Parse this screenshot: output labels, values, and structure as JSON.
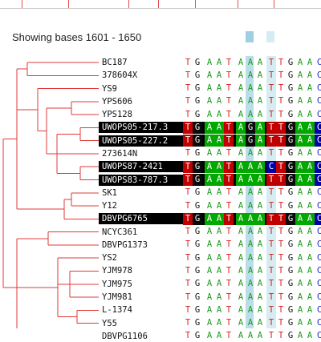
{
  "header": {
    "title": "Showing bases 1601 - 1650"
  },
  "colors": {
    "tree": "#e03838",
    "highlight": "#000000",
    "column_highlight": "#b9dde9",
    "legend_dark": "#9fd0e2",
    "legend_light": "#d6ecf3",
    "bases": {
      "T": {
        "fg": "#d81f1f",
        "bg": "#c00000",
        "hlfg": "#ffffff"
      },
      "G": {
        "fg": "#111111",
        "bg": "#0a0a0a",
        "hlfg": "#ffffff"
      },
      "A": {
        "fg": "#1c9a1c",
        "bg": "#00a800",
        "hlfg": "#ffffff"
      },
      "C": {
        "fg": "#2929c8",
        "bg": "#0000a8",
        "hlfg": "#ffffff"
      }
    }
  },
  "strains": [
    {
      "name": "BC187",
      "seq": "TGAATAAATTGAAC",
      "highlight": false
    },
    {
      "name": "378604X",
      "seq": "TGAATAAATTGAAC",
      "highlight": false
    },
    {
      "name": "YS9",
      "seq": "TGAATAAATTGAAC",
      "highlight": false
    },
    {
      "name": "YPS606",
      "seq": "TGAATAAATTGAAC",
      "highlight": false
    },
    {
      "name": "YPS128",
      "seq": "TGAATAAATTGAAC",
      "highlight": false
    },
    {
      "name": "UWOPS05-217.3",
      "seq": "TGAATAGATTGAAC",
      "highlight": true
    },
    {
      "name": "UWOPS05-227.2",
      "seq": "TGAATAGATTGAAC",
      "highlight": true
    },
    {
      "name": "273614N",
      "seq": "TGAATAAATTGAAC",
      "highlight": false
    },
    {
      "name": "UWOPS87-2421",
      "seq": "TGAATAAACTGAAC",
      "highlight": true
    },
    {
      "name": "UWOPS83-787.3",
      "seq": "TGAATAAATTGAAC",
      "highlight": true
    },
    {
      "name": "SK1",
      "seq": "TGAATAAATTGAAC",
      "highlight": false
    },
    {
      "name": "Y12",
      "seq": "TGAATAAATTGAAC",
      "highlight": false
    },
    {
      "name": "DBVPG6765",
      "seq": "TGAATAAATTGAAC",
      "highlight": true
    },
    {
      "name": "NCYC361",
      "seq": "TGAATAAATTGAAC",
      "highlight": false
    },
    {
      "name": "DBVPG1373",
      "seq": "TGAATAAATTGAAC",
      "highlight": false
    },
    {
      "name": "YS2",
      "seq": "TGAATAAATTGAAC",
      "highlight": false
    },
    {
      "name": "YJM978",
      "seq": "TGAATAAATTGAAC",
      "highlight": false
    },
    {
      "name": "YJM975",
      "seq": "TGAATAAATTGAAC",
      "highlight": false
    },
    {
      "name": "YJM981",
      "seq": "TGAATAAATTGAAC",
      "highlight": false
    },
    {
      "name": "L-1374",
      "seq": "TGAATAAATTGAAC",
      "highlight": false
    },
    {
      "name": "Y55",
      "seq": "TGAATAAATTGAAC",
      "highlight": false
    },
    {
      "name": "DBVPG1106",
      "seq": "TGAATAAATTGAAC",
      "highlight": false
    }
  ]
}
